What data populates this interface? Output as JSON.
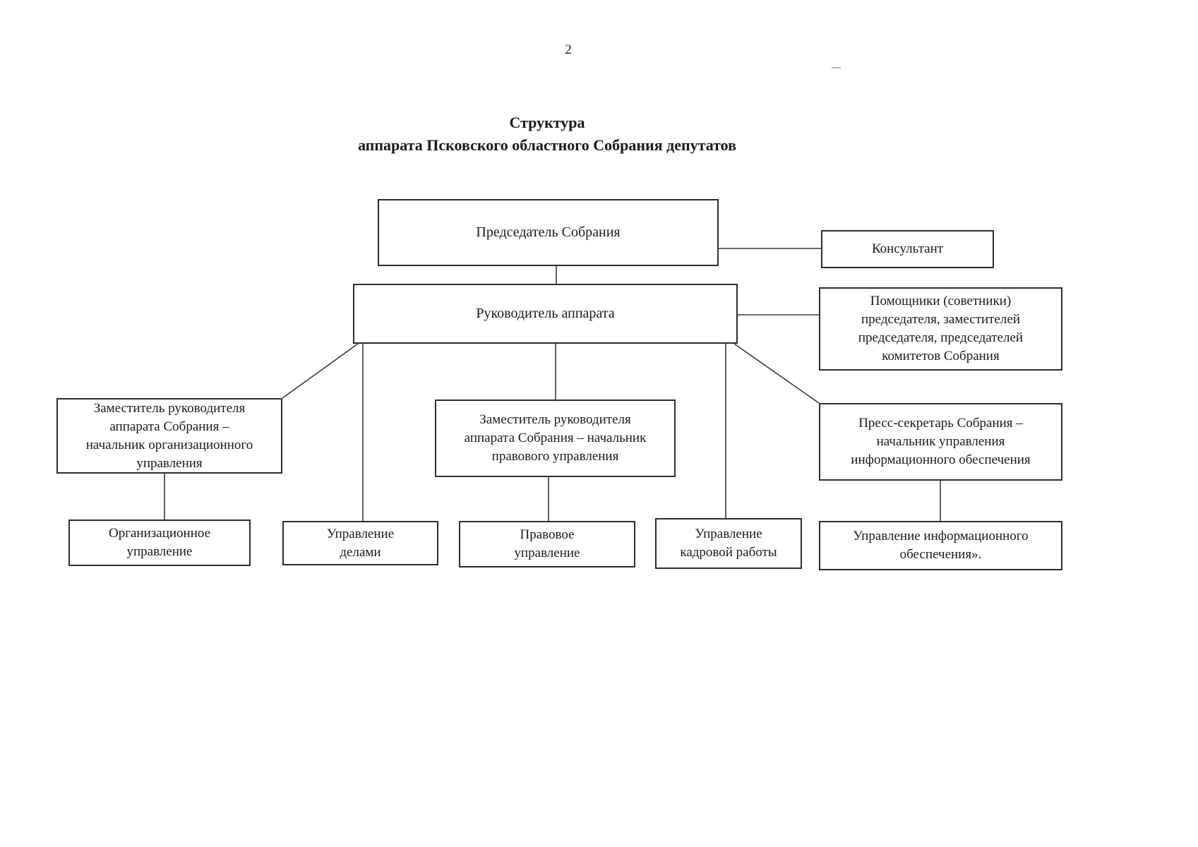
{
  "page": {
    "number": "2"
  },
  "title": {
    "lines": [
      "Структура",
      "аппарата Псковского областного Собрания депутатов"
    ]
  },
  "nodes": {
    "chairman": {
      "lines": [
        "Председатель Собрания"
      ]
    },
    "consultant": {
      "lines": [
        "Консультант"
      ]
    },
    "head_of_apparatus": {
      "lines": [
        "Руководитель аппарата"
      ]
    },
    "assistants": {
      "lines": [
        "Помощники (советники)",
        "председателя, заместителей",
        "председателя, председателей",
        "комитетов Собрания"
      ]
    },
    "deputy_org": {
      "lines": [
        "Заместитель руководителя",
        "аппарата Собрания –",
        "начальник организационного",
        "управления"
      ]
    },
    "deputy_legal": {
      "lines": [
        "Заместитель руководителя",
        "аппарата Собрания – начальник",
        "правового управления"
      ]
    },
    "press_secretary": {
      "lines": [
        "Пресс-секретарь Собрания –",
        "начальник управления",
        "информационного обеспечения"
      ]
    },
    "org_dept": {
      "lines": [
        "Организационное",
        "управление"
      ]
    },
    "affairs_dept": {
      "lines": [
        "Управление",
        "делами"
      ]
    },
    "legal_dept": {
      "lines": [
        "Правовое",
        "управление"
      ]
    },
    "hr_dept": {
      "lines": [
        "Управление",
        "кадровой работы"
      ]
    },
    "info_dept": {
      "lines": [
        "Управление информационного",
        "обеспечения»."
      ]
    }
  },
  "colors": {
    "border": "#2d2d2d",
    "text": "#1b1b1b",
    "background": "#ffffff",
    "connector": "#3a3a3a"
  }
}
